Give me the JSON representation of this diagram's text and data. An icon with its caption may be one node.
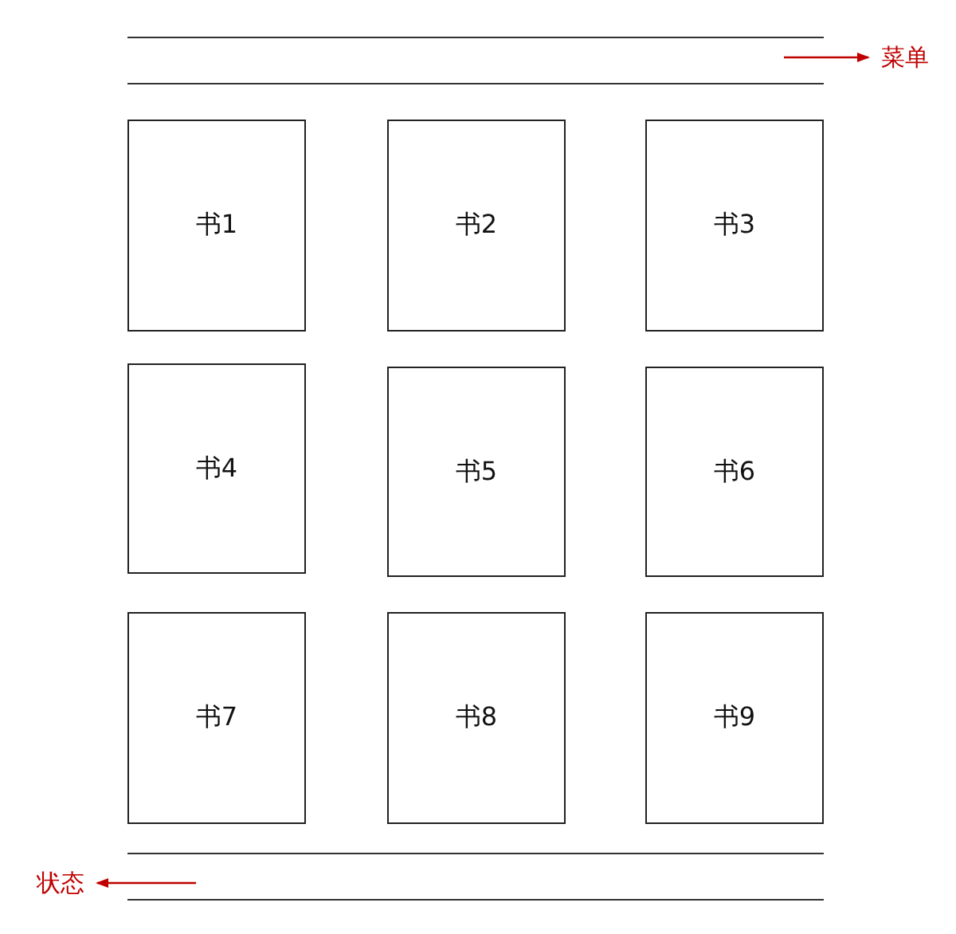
{
  "diagram": {
    "nodes": [
      {
        "text": [],
        "shape": "bar"
      },
      {
        "text": [
          "菜单"
        ]
      },
      {
        "text": [
          "书1"
        ]
      },
      {
        "text": [
          "书2"
        ]
      },
      {
        "text": [
          "书3"
        ]
      },
      {
        "text": [
          "书4"
        ]
      },
      {
        "text": [
          "书5"
        ]
      },
      {
        "text": [
          "书6"
        ]
      },
      {
        "text": [
          "书7"
        ]
      },
      {
        "text": [
          "书8"
        ]
      },
      {
        "text": [
          "书9"
        ]
      },
      {
        "text": [],
        "shape": "bar"
      },
      {
        "text": [
          "状态"
        ]
      }
    ],
    "edges": [
      {
        "from": 0,
        "to": 1,
        "arrow": "to"
      },
      {
        "from": 11,
        "to": 12,
        "arrow": "to"
      }
    ]
  }
}
